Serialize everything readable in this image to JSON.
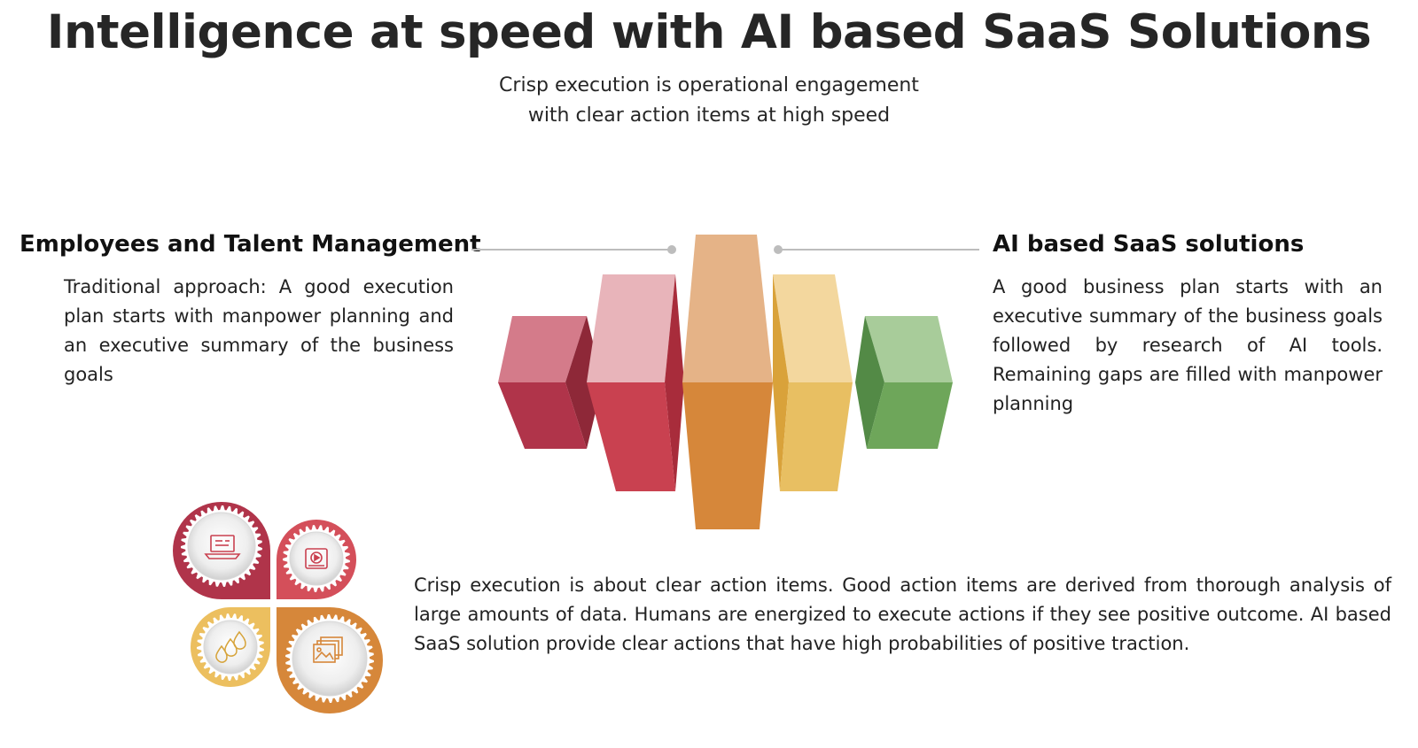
{
  "title": "Intelligence at speed with AI based SaaS Solutions",
  "subtitle": {
    "line1": "Crisp execution is operational engagement",
    "line2": "with clear action items at high speed"
  },
  "left_panel": {
    "heading": "Employees and Talent Management",
    "body": "Traditional approach: A good execution plan starts with manpower planning and an executive summary of the business goals"
  },
  "right_panel": {
    "heading": "AI based SaaS solutions",
    "body": "A good business plan starts with an executive summary of the business goals followed by research of AI tools. Remaining gaps are filled with manpower planning"
  },
  "bottom_text": "Crisp execution is about clear action items. Good action items are derived from thorough analysis of large amounts of data. Humans are energized to execute actions if they see positive outcome. AI based SaaS solution provide clear actions that have high probabilities of positive traction.",
  "colors": {
    "red": "#b0344a",
    "coral": "#c94150",
    "orange": "#d6873a",
    "yellow": "#e8bf62",
    "green": "#6ea65a",
    "connector": "#bdbdbd"
  },
  "icons": [
    "laptop-icon",
    "video-player-icon",
    "drops-icon",
    "images-icon"
  ]
}
